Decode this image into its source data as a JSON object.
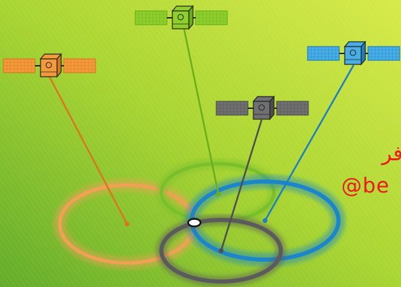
{
  "scene": {
    "background": {
      "from": "#63ac2a",
      "mid": "#a9d532",
      "to": "#d7ea4a"
    },
    "satellites": [
      {
        "id": "orange",
        "color": "#f29a3c",
        "dark": "#d9771e",
        "ring": "#f0a155"
      },
      {
        "id": "green",
        "color": "#8fcf2c",
        "dark": "#6bae1c",
        "ring": "#79c02a"
      },
      {
        "id": "gray",
        "color": "#707070",
        "dark": "#4e4e4e",
        "ring": "#5b5b5b"
      },
      {
        "id": "blue",
        "color": "#49aee6",
        "dark": "#1d7fc2",
        "ring": "#1c86c8"
      }
    ],
    "intersection_marker": {
      "fill": "#ffffff",
      "stroke": "#111111"
    }
  },
  "overlay_text": {
    "line1": "فر",
    "line2": "@be"
  }
}
